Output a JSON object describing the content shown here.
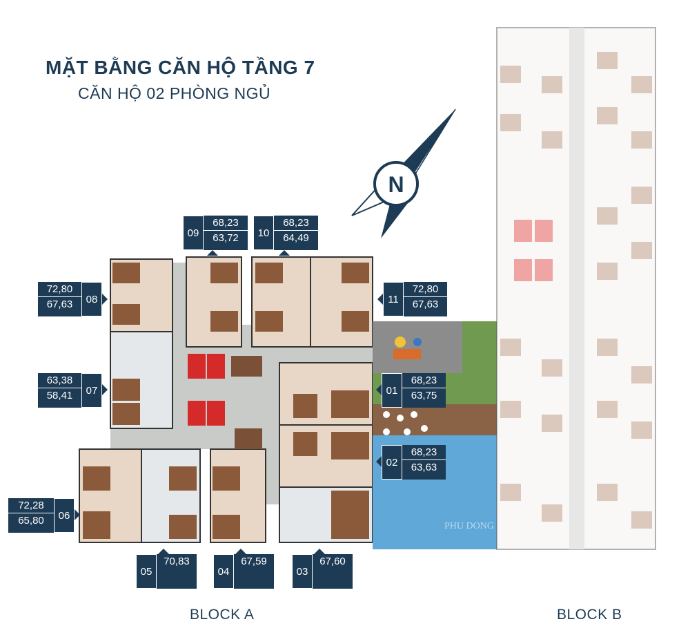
{
  "title": "MẶT BẰNG CĂN HỘ TẦNG 7",
  "subtitle": "CĂN HỘ 02 PHÒNG NGỦ",
  "compass_letter": "N",
  "block_a_label": "BLOCK A",
  "block_b_label": "BLOCK B",
  "watermark": "PHU DONG",
  "units": {
    "u01": {
      "num": "01",
      "a": "68,23",
      "b": "63,75"
    },
    "u02": {
      "num": "02",
      "a": "68,23",
      "b": "63,63"
    },
    "u03": {
      "num": "03",
      "a": "67,60"
    },
    "u04": {
      "num": "04",
      "a": "67,59"
    },
    "u05": {
      "num": "05",
      "a": "70,83"
    },
    "u06": {
      "num": "06",
      "a": "72,28",
      "b": "65,80"
    },
    "u07": {
      "num": "07",
      "a": "63,38",
      "b": "58,41"
    },
    "u08": {
      "num": "08",
      "a": "72,80",
      "b": "67,63"
    },
    "u09": {
      "num": "09",
      "a": "68,23",
      "b": "63,72"
    },
    "u10": {
      "num": "10",
      "a": "68,23",
      "b": "64,49"
    },
    "u11": {
      "num": "11",
      "a": "72,80",
      "b": "67,63"
    }
  },
  "colors": {
    "navy": "#1d3b54",
    "wood": "#8a5a3a",
    "floor": "#e8d7c6",
    "corridor": "#c9cbc8",
    "pool": "#5fa8d8",
    "elevator": "#d42a2a"
  }
}
